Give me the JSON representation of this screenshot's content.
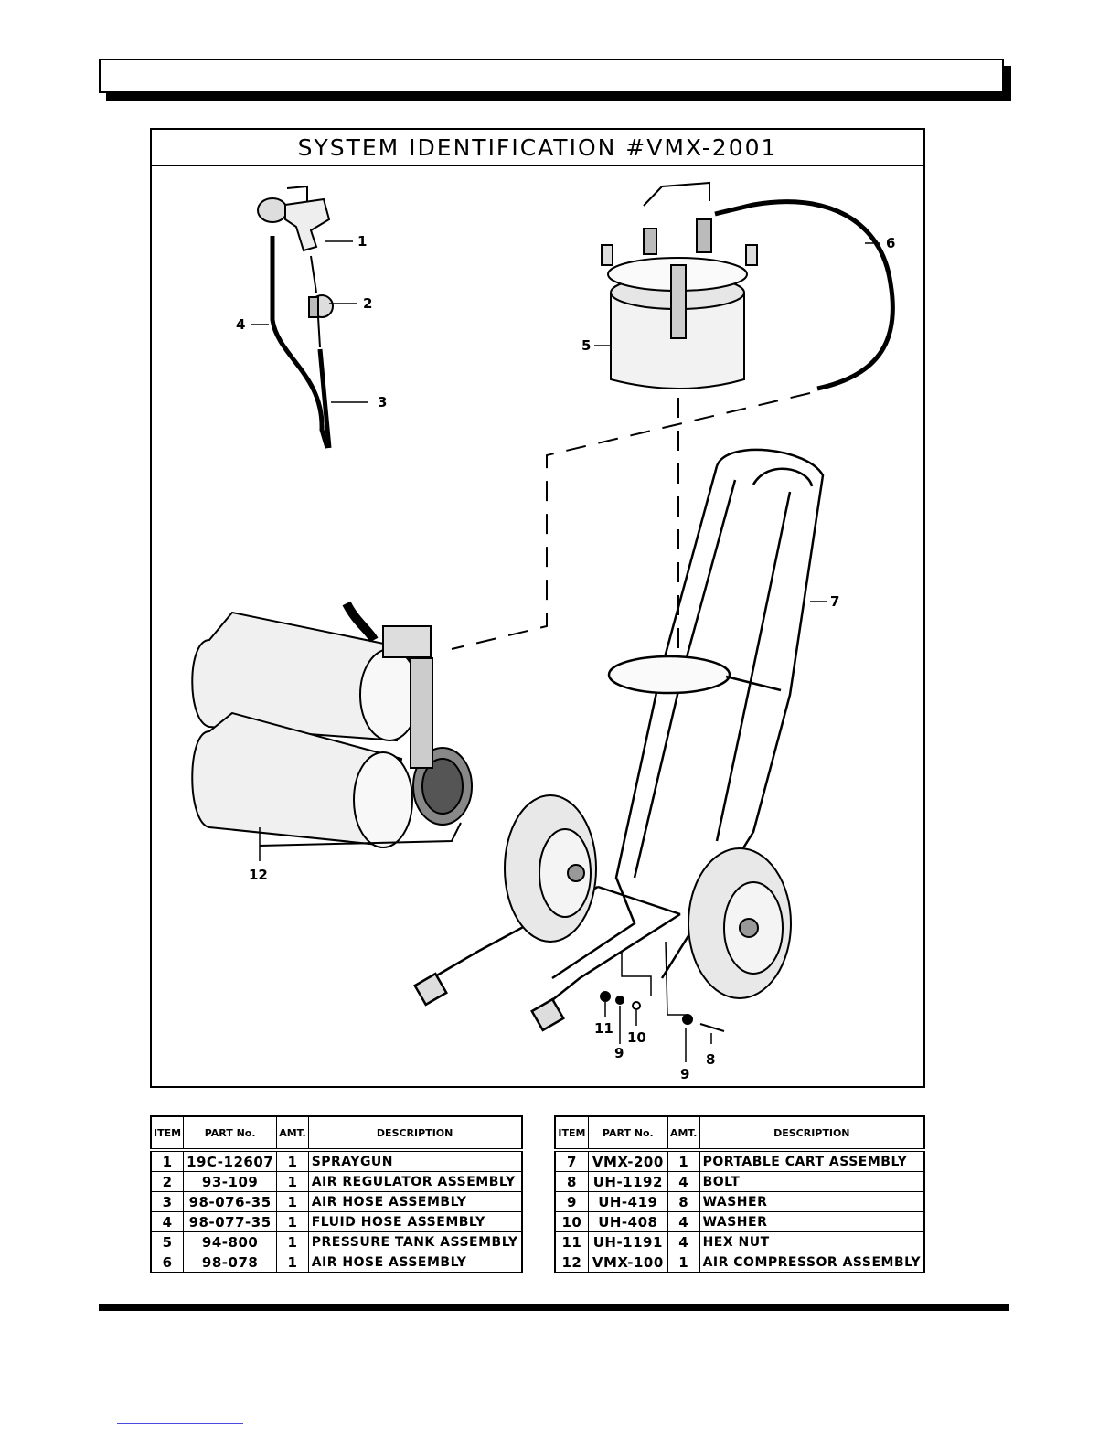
{
  "figure": {
    "title": "SYSTEM IDENTIFICATION #VMX-2001",
    "callouts": [
      "1",
      "2",
      "3",
      "4",
      "5",
      "6",
      "7",
      "8",
      "9",
      "9",
      "10",
      "11",
      "12"
    ]
  },
  "tables": {
    "headers": {
      "item": "ITEM",
      "part": "PART No.",
      "amt": "AMT.",
      "desc": "DESCRIPTION"
    },
    "left": [
      {
        "item": "1",
        "part": "19C-12607",
        "amt": "1",
        "desc": "SPRAYGUN"
      },
      {
        "item": "2",
        "part": "93-109",
        "amt": "1",
        "desc": "AIR REGULATOR ASSEMBLY"
      },
      {
        "item": "3",
        "part": "98-076-35",
        "amt": "1",
        "desc": "AIR HOSE ASSEMBLY"
      },
      {
        "item": "4",
        "part": "98-077-35",
        "amt": "1",
        "desc": "FLUID HOSE ASSEMBLY"
      },
      {
        "item": "5",
        "part": "94-800",
        "amt": "1",
        "desc": "PRESSURE TANK ASSEMBLY"
      },
      {
        "item": "6",
        "part": "98-078",
        "amt": "1",
        "desc": "AIR HOSE ASSEMBLY"
      }
    ],
    "right": [
      {
        "item": "7",
        "part": "VMX-200",
        "amt": "1",
        "desc": "PORTABLE CART ASSEMBLY"
      },
      {
        "item": "8",
        "part": "UH-1192",
        "amt": "4",
        "desc": "BOLT"
      },
      {
        "item": "9",
        "part": "UH-419",
        "amt": "8",
        "desc": "WASHER"
      },
      {
        "item": "10",
        "part": "UH-408",
        "amt": "4",
        "desc": "WASHER"
      },
      {
        "item": "11",
        "part": "UH-1191",
        "amt": "4",
        "desc": "HEX NUT"
      },
      {
        "item": "12",
        "part": "VMX-100",
        "amt": "1",
        "desc": "AIR COMPRESSOR ASSEMBLY"
      }
    ]
  }
}
